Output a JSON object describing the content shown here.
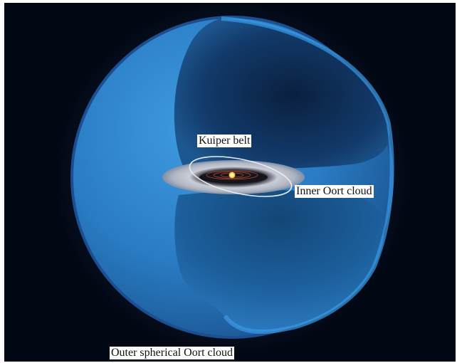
{
  "labels": {
    "kuiper_belt": "Kuiper belt",
    "inner_oort_cloud": "Inner Oort cloud",
    "outer_oort_cloud": "Outer spherical Oort cloud"
  },
  "colors": {
    "space": "#020714",
    "outer_shell": "#2d7fc8",
    "inner_cavity": "#0c2a52",
    "belt": "#c8cdd6",
    "sun": "#fff3a0",
    "orbit": "#e6e6e6"
  }
}
